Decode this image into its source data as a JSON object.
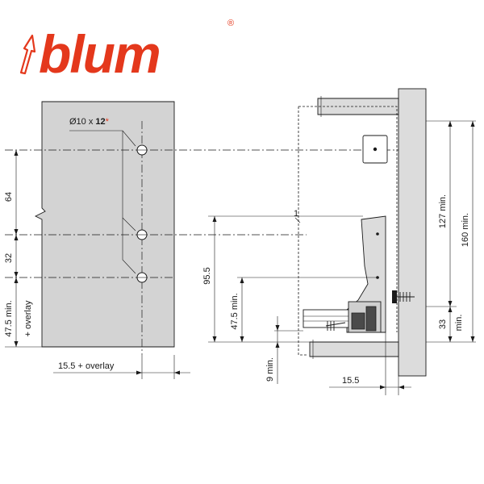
{
  "brand": {
    "name": "blum",
    "registered_mark": "®",
    "color": "#e4381c"
  },
  "labels": {
    "hole_spec_prefix": "Ø10 x ",
    "hole_spec_depth": "12",
    "hole_spec_star": "*",
    "dim_64": "64",
    "dim_32": "32",
    "dim_47_5_min": "47.5 min.",
    "dim_overlay_plus": "+ overlay",
    "dim_15_5_overlay": "15.5 + overlay",
    "dim_95_5": "95.5",
    "dim_47_5_min_right": "47.5 min.",
    "dim_9_min": "9 min.",
    "dim_15_5": "15.5",
    "dim_127_min": "127 min.",
    "dim_160_min": "160 min.",
    "dim_33": "33",
    "dim_min": "min.",
    "marker_1": "1"
  },
  "colors": {
    "panel": "#d3d3d3",
    "line": "#1a1a1a",
    "accent": "#e4381c"
  }
}
